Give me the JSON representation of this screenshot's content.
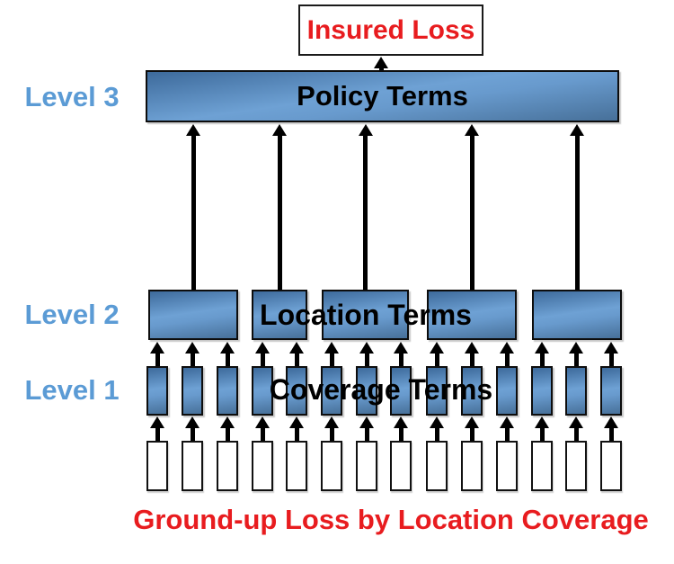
{
  "diagram": {
    "insured_loss_label": "Insured Loss",
    "caption": "Ground-up Loss by Location Coverage",
    "levels": [
      {
        "side_label": "Level 3",
        "box_label": "Policy Terms",
        "box_count": 1
      },
      {
        "side_label": "Level 2",
        "box_label": "Location Terms",
        "box_count": 5
      },
      {
        "side_label": "Level 1",
        "box_label": "Coverage Terms",
        "box_count": 14
      }
    ],
    "ground_boxes_count": 14,
    "level2_child_groups": [
      3,
      2,
      3,
      3,
      3
    ],
    "colors": {
      "red_text": "#e81c1f",
      "level_label_blue": "#5b9bd5",
      "box_blue_top": "#3d6a9b",
      "box_blue_mid": "#6ea1d4",
      "box_blue_mid2": "#689acd",
      "box_blue_bottom": "#477099",
      "arrow_black": "#000000"
    }
  }
}
